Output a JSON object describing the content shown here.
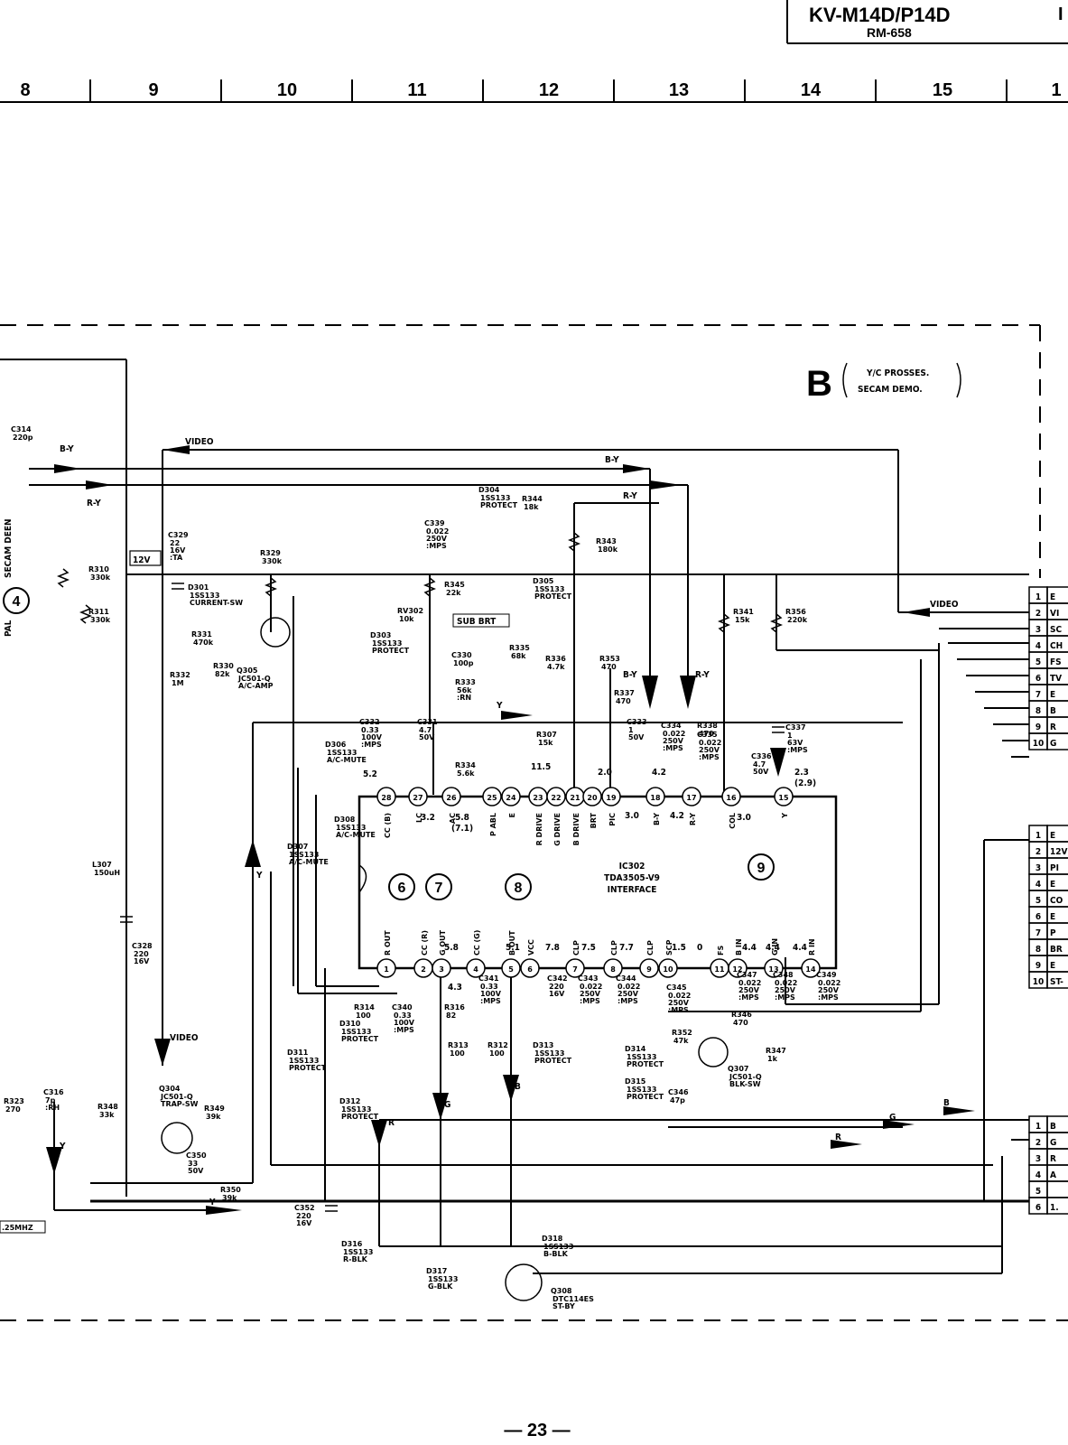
{
  "header": {
    "model": "KV-M14D/P14D",
    "remote": "RM-658",
    "edge_mark": "I"
  },
  "grid_columns": [
    "8",
    "9",
    "10",
    "11",
    "12",
    "13",
    "14",
    "15",
    "1"
  ],
  "block": {
    "letter": "B",
    "title_line1": "Y/C PROSSES.",
    "title_line2": "SECAM DEMO."
  },
  "ic": {
    "ref": "IC302",
    "part": "TDA3505-V9",
    "function": "INTERFACE"
  },
  "ic_pins_top": [
    "28",
    "27",
    "26",
    "25",
    "24",
    "23",
    "22",
    "21",
    "20",
    "19",
    "18",
    "17",
    "16",
    "15"
  ],
  "ic_pins_bottom": [
    "1",
    "2",
    "3",
    "4",
    "5",
    "6",
    "7",
    "8",
    "9",
    "10",
    "11",
    "12",
    "13",
    "14"
  ],
  "ic_pin_names_top": [
    "CC (B)",
    "LC",
    "AC",
    "P ABL",
    "E",
    "R DRIVE",
    "G DRIVE",
    "B DRIVE",
    "BRT",
    "PIC",
    "B-Y",
    "R-Y",
    "COL",
    "Y"
  ],
  "ic_pin_names_bottom": [
    "R OUT",
    "CC (R)",
    "G OUT",
    "CC (G)",
    "B OUT",
    "VCC",
    "CLP",
    "CLP",
    "CLP",
    "SCP",
    "FS",
    "B IN",
    "G IN",
    "R IN"
  ],
  "voltages_top": [
    "5.2",
    "3.2",
    "5.8",
    "(7.1)",
    "11.5",
    "2.0",
    "3.0",
    "4.2",
    "4.2",
    "3.0",
    "2.3",
    "(2.9)"
  ],
  "voltages_bottom": [
    "4.3",
    "5.8",
    "5.1",
    "7.8",
    "7.5",
    "7.7",
    "1.5",
    "0",
    "4.4",
    "4.4",
    "4.4"
  ],
  "waveform_refs": [
    "4",
    "6",
    "7",
    "8",
    "9"
  ],
  "signals": {
    "video": "VIDEO",
    "b_y": "B-Y",
    "r_y": "R-Y",
    "y": "Y",
    "r": "R",
    "g": "G",
    "b": "B",
    "sub_brt": "SUB BRT",
    "v12": "12V",
    "secam_deen": "SECAM DEEN",
    "pal": "PAL",
    "mhz": ".25MHZ"
  },
  "components": [
    {
      "ref": "C314",
      "val": "220p"
    },
    {
      "ref": "C329",
      "val": "22 16V :TA"
    },
    {
      "ref": "R329",
      "val": "330k"
    },
    {
      "ref": "R310",
      "val": "330k"
    },
    {
      "ref": "R311",
      "val": "330k"
    },
    {
      "ref": "D301",
      "val": "1SS133 CURRENT-SW"
    },
    {
      "ref": "R331",
      "val": "470k"
    },
    {
      "ref": "R330",
      "val": "82k"
    },
    {
      "ref": "R332",
      "val": "1M"
    },
    {
      "ref": "Q305",
      "val": "JC501-Q A/C-AMP"
    },
    {
      "ref": "D304",
      "val": "1SS133 PROTECT"
    },
    {
      "ref": "R344",
      "val": "18k"
    },
    {
      "ref": "C339",
      "val": "0.022 250V :MPS"
    },
    {
      "ref": "R343",
      "val": "180k"
    },
    {
      "ref": "R345",
      "val": "22k"
    },
    {
      "ref": "D305",
      "val": "1SS133 PROTECT"
    },
    {
      "ref": "RV302",
      "val": "10k"
    },
    {
      "ref": "D303",
      "val": "1SS133 PROTECT"
    },
    {
      "ref": "C330",
      "val": "100p"
    },
    {
      "ref": "R335",
      "val": "68k"
    },
    {
      "ref": "R336",
      "val": "4.7k"
    },
    {
      "ref": "R353",
      "val": "470"
    },
    {
      "ref": "R341",
      "val": "15k"
    },
    {
      "ref": "R356",
      "val": "220k"
    },
    {
      "ref": "R333",
      "val": "56k :RN"
    },
    {
      "ref": "R337",
      "val": "470"
    },
    {
      "ref": "C332",
      "val": "0.33 100V :MPS"
    },
    {
      "ref": "C331",
      "val": "4.7 50V"
    },
    {
      "ref": "D306",
      "val": "1SS133 A/C-MUTE"
    },
    {
      "ref": "R334",
      "val": "5.6k"
    },
    {
      "ref": "R307",
      "val": "15k"
    },
    {
      "ref": "C333",
      "val": "1 50V"
    },
    {
      "ref": "C334",
      "val": "0.022 250V :MPS"
    },
    {
      "ref": "C335",
      "val": "0.022 250V :MPS"
    },
    {
      "ref": "R338",
      "val": "470"
    },
    {
      "ref": "C336",
      "val": "4.7 50V"
    },
    {
      "ref": "C337",
      "val": "1 63V :MPS"
    },
    {
      "ref": "D307",
      "val": "1SS133 A/C-MUTE"
    },
    {
      "ref": "D308",
      "val": "1SS133 A/C-MUTE"
    },
    {
      "ref": "L307",
      "val": "150uH"
    },
    {
      "ref": "C328",
      "val": "220 16V"
    },
    {
      "ref": "R314",
      "val": "100"
    },
    {
      "ref": "C340",
      "val": "0.33 100V :MPS"
    },
    {
      "ref": "D310",
      "val": "1SS133 PROTECT"
    },
    {
      "ref": "R316",
      "val": "82"
    },
    {
      "ref": "R313",
      "val": "100"
    },
    {
      "ref": "R312",
      "val": "100"
    },
    {
      "ref": "C341",
      "val": "0.33 100V :MPS"
    },
    {
      "ref": "C342",
      "val": "220 16V"
    },
    {
      "ref": "C343",
      "val": "0.022 250V :MPS"
    },
    {
      "ref": "C344",
      "val": "0.022 250V :MPS"
    },
    {
      "ref": "D313",
      "val": "1SS133 PROTECT"
    },
    {
      "ref": "C345",
      "val": "0.022 250V :MPS"
    },
    {
      "ref": "C347",
      "val": "0.022 250V :MPS"
    },
    {
      "ref": "C348",
      "val": "0.022 250V :MPS"
    },
    {
      "ref": "C349",
      "val": "0.022 250V :MPS"
    },
    {
      "ref": "R346",
      "val": "470"
    },
    {
      "ref": "R352",
      "val": "47k"
    },
    {
      "ref": "R347",
      "val": "1k"
    },
    {
      "ref": "Q307",
      "val": "JC501-Q BLK-SW"
    },
    {
      "ref": "D314",
      "val": "1SS133 PROTECT"
    },
    {
      "ref": "D315",
      "val": "1SS133 PROTECT"
    },
    {
      "ref": "C346",
      "val": "47p"
    },
    {
      "ref": "D311",
      "val": "1SS133 PROTECT"
    },
    {
      "ref": "D312",
      "val": "1SS133 PROTECT"
    },
    {
      "ref": "Q304",
      "val": "JC501-Q TRAP-SW"
    },
    {
      "ref": "R323",
      "val": "270"
    },
    {
      "ref": "C316",
      "val": "7p :RH"
    },
    {
      "ref": "R348",
      "val": "33k"
    },
    {
      "ref": "R349",
      "val": "39k"
    },
    {
      "ref": "C350",
      "val": "33 50V"
    },
    {
      "ref": "R350",
      "val": "39k"
    },
    {
      "ref": "C352",
      "val": "220 16V"
    },
    {
      "ref": "D316",
      "val": "1SS133 R-BLK"
    },
    {
      "ref": "D317",
      "val": "1SS133 G-BLK"
    },
    {
      "ref": "D318",
      "val": "1SS133 B-BLK"
    },
    {
      "ref": "Q308",
      "val": "DTC114ES ST-BY"
    }
  ],
  "connector_a": [
    "E",
    "VI",
    "SC",
    "CH",
    "FS",
    "TV",
    "E",
    "B",
    "R",
    "G"
  ],
  "connector_b": [
    "E",
    "12V",
    "PI",
    "E",
    "CO",
    "E",
    "P",
    "BR",
    "E",
    "ST-"
  ],
  "connector_c": [
    "B",
    "G",
    "R",
    "A",
    "",
    "1."
  ],
  "connector_pins_10": [
    "1",
    "2",
    "3",
    "4",
    "5",
    "6",
    "7",
    "8",
    "9",
    "10"
  ],
  "connector_pins_6": [
    "1",
    "2",
    "3",
    "4",
    "5",
    "6"
  ],
  "page_number": "— 23 —"
}
